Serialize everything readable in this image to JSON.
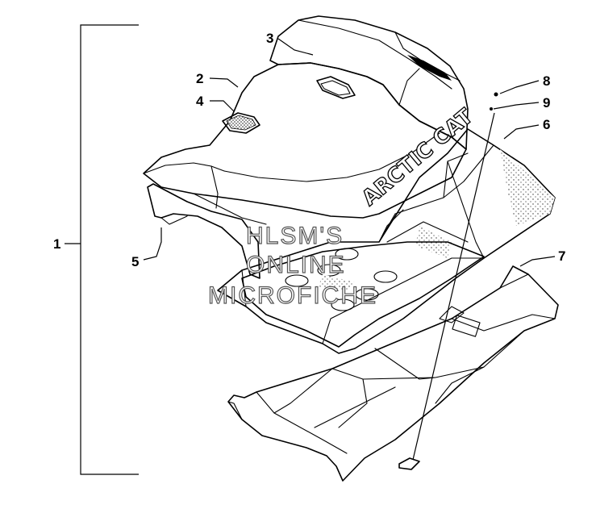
{
  "diagram": {
    "callouts": [
      {
        "id": "1",
        "label": "1"
      },
      {
        "id": "2",
        "label": "2"
      },
      {
        "id": "3",
        "label": "3"
      },
      {
        "id": "4",
        "label": "4"
      },
      {
        "id": "5",
        "label": "5"
      },
      {
        "id": "6",
        "label": "6"
      },
      {
        "id": "7",
        "label": "7"
      },
      {
        "id": "8",
        "label": "8"
      },
      {
        "id": "9",
        "label": "9"
      }
    ],
    "decal_text": "ARCTIC CAT",
    "watermark": {
      "line1": "HLSM'S",
      "line2": "ONLINE",
      "line3": "MICROFICHE"
    }
  },
  "colors": {
    "ink": "#000000",
    "paper": "#ffffff",
    "stipple": "#333333"
  }
}
